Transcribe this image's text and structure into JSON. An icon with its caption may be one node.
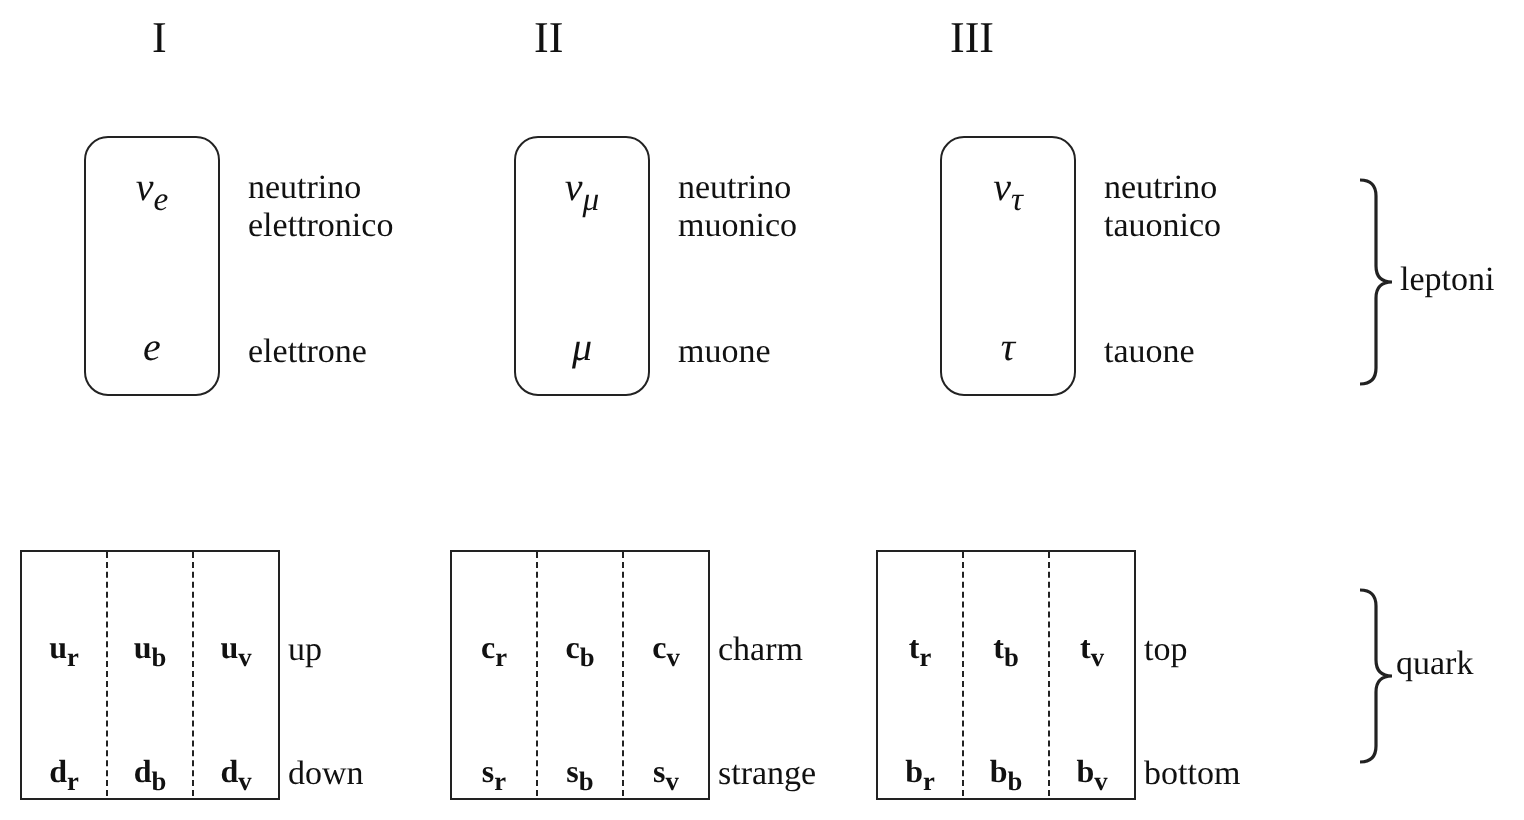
{
  "diagram": {
    "nodes": [
      {
        "text": [
          "ν$_{e}$",
          "e"
        ],
        "beside": [
          "neutrino elettronico",
          "elettrone"
        ]
      },
      {
        "text": [
          "ν$_{μ}$",
          "μ"
        ],
        "beside": [
          "neutrino muonico",
          "muone"
        ]
      },
      {
        "text": [
          "ν$_{τ}$",
          "τ"
        ],
        "beside": [
          "neutrino tauonico",
          "tauone"
        ]
      },
      {
        "text": [
          "u$_{r}$",
          "u$_{b}$",
          "u$_{v}$",
          "d$_{r}$",
          "d$_{b}$",
          "d$_{v}$"
        ],
        "beside": [
          "up",
          "down"
        ]
      },
      {
        "text": [
          "c$_{r}$",
          "c$_{b}$",
          "c$_{v}$",
          "s$_{r}$",
          "s$_{b}$",
          "s$_{v}$"
        ],
        "beside": [
          "charm",
          "strange"
        ]
      },
      {
        "text": [
          "t$_{r}$",
          "t$_{b}$",
          "t$_{v}$",
          "b$_{r}$",
          "b$_{b}$",
          "b$_{v}$"
        ],
        "beside": [
          "top",
          "bottom"
        ]
      }
    ],
    "labels": [
      "I",
      "II",
      "III",
      "leptoni",
      "quark"
    ]
  }
}
